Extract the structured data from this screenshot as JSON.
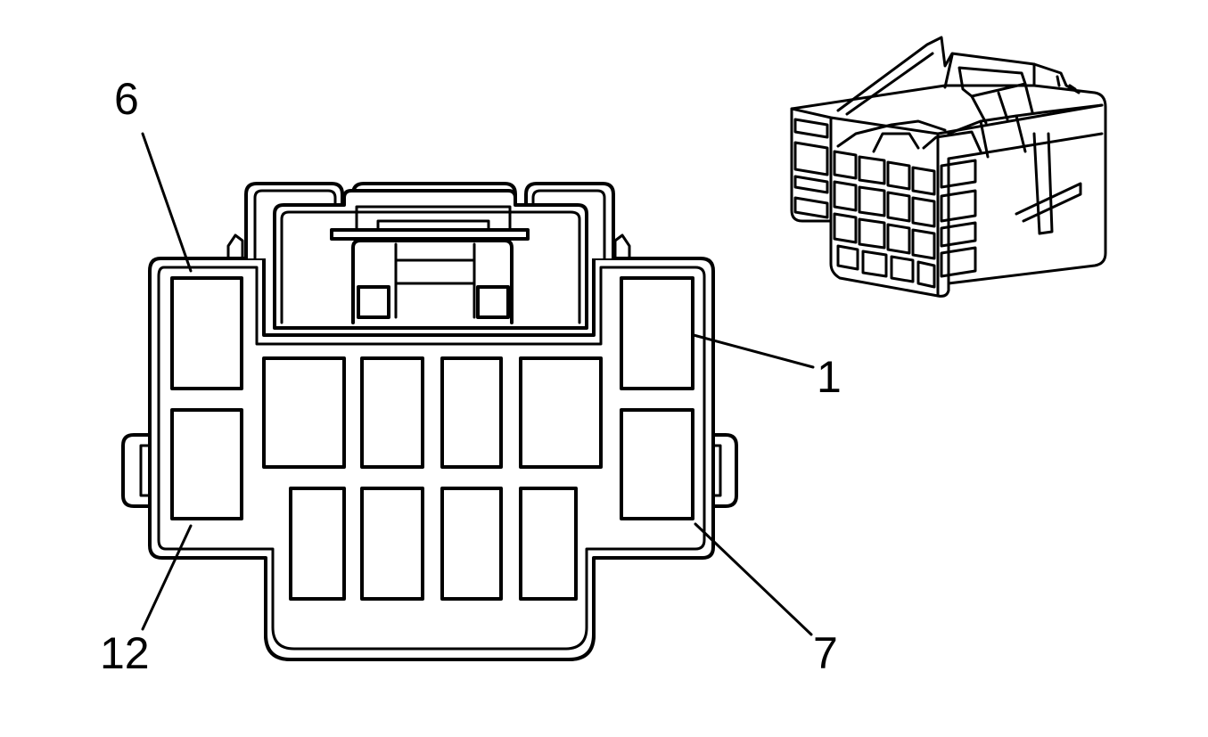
{
  "pin_labels": {
    "top_left": "6",
    "right_upper": "1",
    "bottom_left": "12",
    "bottom_right": "7"
  },
  "colors": {
    "line": "#000000",
    "background": "#ffffff"
  }
}
